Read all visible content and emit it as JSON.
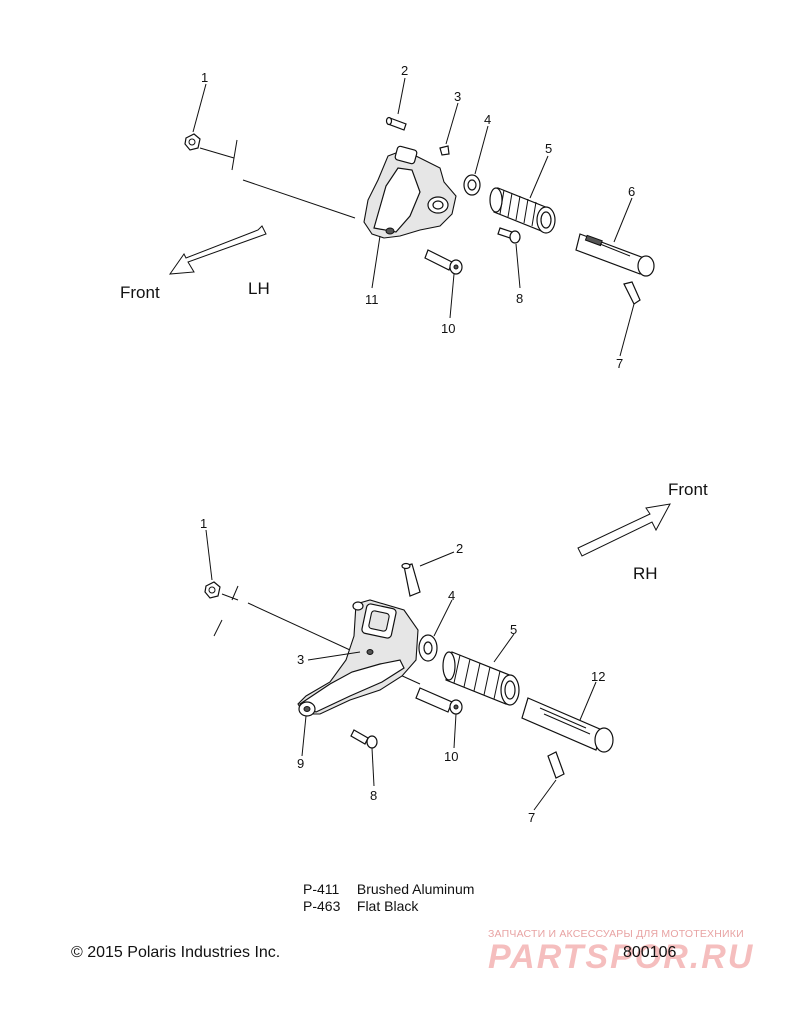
{
  "lh_view": {
    "front_label": "Front",
    "side_label": "LH",
    "callouts": [
      "1",
      "2",
      "3",
      "4",
      "5",
      "6",
      "7",
      "8",
      "10",
      "11"
    ]
  },
  "rh_view": {
    "front_label": "Front",
    "side_label": "RH",
    "callouts": [
      "1",
      "2",
      "3",
      "4",
      "5",
      "12",
      "7",
      "8",
      "9",
      "10"
    ]
  },
  "finishes": [
    {
      "code": "P-411",
      "name": "Brushed Aluminum"
    },
    {
      "code": "P-463",
      "name": "Flat Black"
    }
  ],
  "copyright": "© 2015 Polaris Industries Inc.",
  "doc_number": "800106",
  "watermark": {
    "tagline": "ЗАПЧАСТИ И АКСЕССУАРЫ ДЛЯ МОТОТЕХНИКИ",
    "brand": "PARTSPOR.RU"
  },
  "colors": {
    "line": "#111111",
    "watermark": "#e24646"
  }
}
